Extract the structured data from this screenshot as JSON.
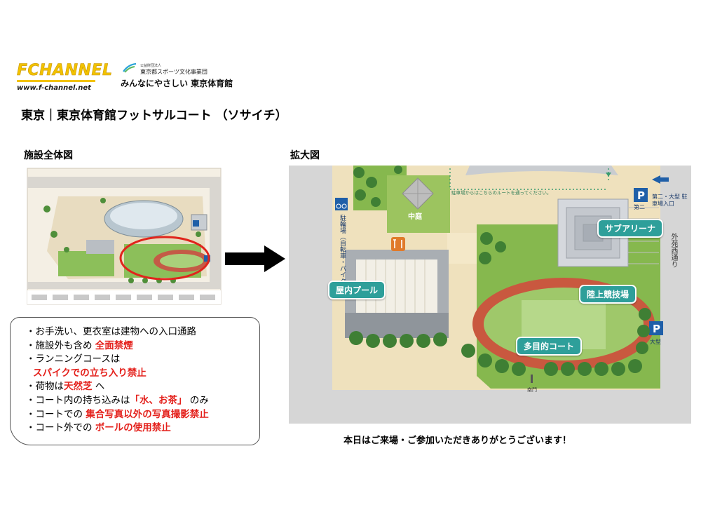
{
  "logos": {
    "fchannel_word": "CHANNEL",
    "fchannel_url": "www.f-channel.net",
    "tmg_small": "公益財団法人",
    "tmg_org": "東京都スポーツ文化事業団",
    "tmg_name": "みんなにやさしい 東京体育館"
  },
  "page_title": "東京｜東京体育館フットサルコート （ソサイチ）",
  "sections": {
    "overall": "施設全体図",
    "zoom": "拡大図"
  },
  "rules": [
    {
      "parts": [
        {
          "text": "・お手洗い、更衣室は建物への入口通路",
          "hl": false
        }
      ]
    },
    {
      "parts": [
        {
          "text": "・施設外も含め ",
          "hl": false
        },
        {
          "text": "全面禁煙",
          "hl": true
        }
      ]
    },
    {
      "parts": [
        {
          "text": "・ランニングコースは",
          "hl": false
        }
      ]
    },
    {
      "parts": [
        {
          "text": "スパイクでの立ち入り禁止",
          "hl": true
        }
      ],
      "indent": true
    },
    {
      "parts": [
        {
          "text": "・荷物は",
          "hl": false
        },
        {
          "text": "天然芝",
          "hl": true
        },
        {
          "text": " へ",
          "hl": false
        }
      ]
    },
    {
      "parts": [
        {
          "text": "・コート内の持ち込みは",
          "hl": false
        },
        {
          "text": "「水、お茶」",
          "hl": true
        },
        {
          "text": " のみ",
          "hl": false
        }
      ]
    },
    {
      "parts": [
        {
          "text": "・コートでの ",
          "hl": false
        },
        {
          "text": "集合写真以外の写真撮影禁止",
          "hl": true
        }
      ]
    },
    {
      "parts": [
        {
          "text": "・コート外での ",
          "hl": false
        },
        {
          "text": "ボールの使用禁止",
          "hl": true
        }
      ]
    }
  ],
  "map": {
    "labels": {
      "sub_arena": "サブアリーナ",
      "indoor_pool": "屋内プール",
      "athletics": "陸上競技場",
      "multi_court": "多目的コート",
      "courtyard": "中庭",
      "route_note": "駐車場からはこちらのルートを通ってください。",
      "bike_parking": "駐輪場（自転車・バイク）",
      "parking_2nd": "第二・大型 駐車場入口",
      "second": "第二",
      "gaien": "外苑西通り",
      "large": "大型",
      "south_gate": "南門",
      "p": "P"
    }
  },
  "footer": "本日はご来場・ご参加いただきありがとうございます！"
}
